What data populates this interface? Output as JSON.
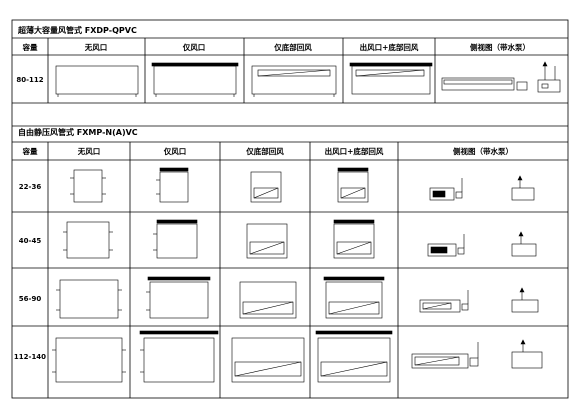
{
  "section1": {
    "title": "超薄大容量风管式  FXDP-QPVC",
    "headers": [
      "容量",
      "无风口",
      "仅风口",
      "仅底部回风",
      "出风口+底部回风",
      "侧视图（带水泵）"
    ],
    "rows": [
      "80-112"
    ]
  },
  "section2": {
    "title": "自由静压风管式  FXMP-N(A)VC",
    "headers": [
      "容量",
      "无风口",
      "仅风口",
      "仅底部回风",
      "出风口+底部回风",
      "侧视图（带水泵）"
    ],
    "rows": [
      "22-36",
      "40-45",
      "56-90",
      "112-140"
    ]
  }
}
